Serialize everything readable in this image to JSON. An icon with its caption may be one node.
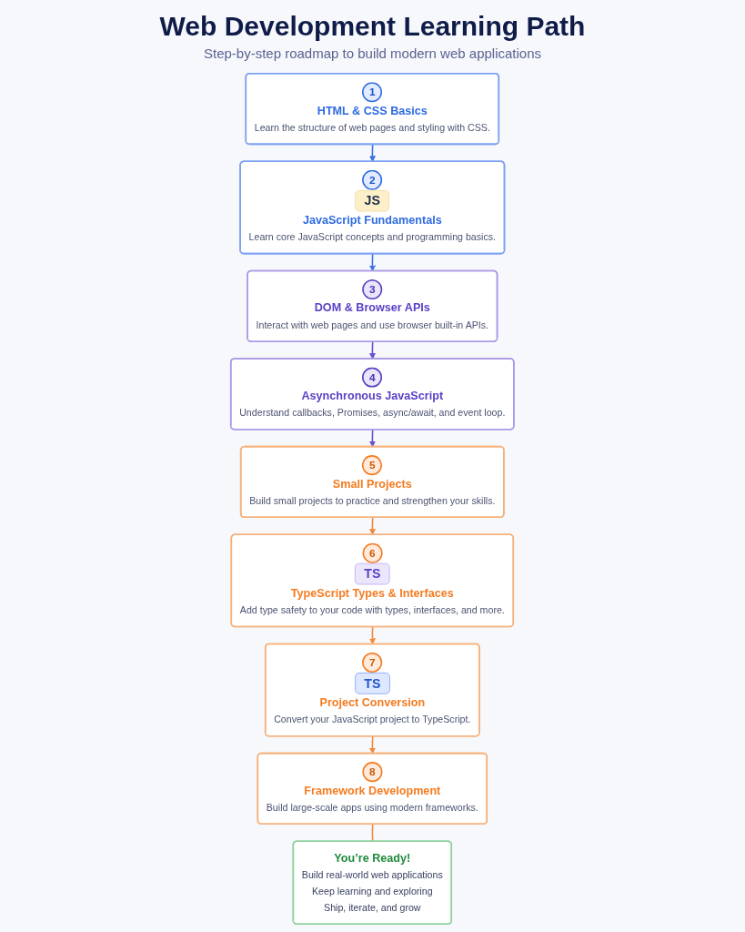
{
  "diagram": {
    "title": "Web Development Learning Path",
    "labels": [
      "Step-by-step roadmap to build modern web applications"
    ],
    "nodes": [
      {
        "text": [
          "1",
          "HTML & CSS Basics",
          "Learn the structure of web pages and styling with CSS."
        ]
      },
      {
        "text": [
          "2",
          "JS",
          "JavaScript Fundamentals",
          "Learn core JavaScript concepts and programming basics."
        ]
      },
      {
        "text": [
          "3",
          "DOM & Browser APIs",
          "Interact with web pages and use browser built-in APIs."
        ]
      },
      {
        "text": [
          "4",
          "Asynchronous JavaScript",
          "Understand callbacks, Promises, async/await, and event loop."
        ]
      },
      {
        "text": [
          "5",
          "Small Projects",
          "Build small projects to practice and strengthen your skills."
        ]
      },
      {
        "text": [
          "6",
          "TS",
          "TypeScript Types & Interfaces",
          "Add type safety to your code with types, interfaces, and more."
        ]
      },
      {
        "text": [
          "7",
          "TS",
          "Project Conversion",
          "Convert your JavaScript project to TypeScript."
        ]
      },
      {
        "text": [
          "8",
          "Framework Development",
          "Build large-scale apps using modern frameworks."
        ]
      },
      {
        "text": [
          "You’re Ready!",
          "Build real-world web applications",
          "Keep learning and exploring",
          "Ship, iterate, and grow"
        ]
      }
    ],
    "edges": [
      {
        "from": 0,
        "to": 1,
        "arrow": "to",
        "color": "#3b74e0"
      },
      {
        "from": 1,
        "to": 2,
        "arrow": "to",
        "color": "#3b74e0"
      },
      {
        "from": 2,
        "to": 3,
        "arrow": "to",
        "color": "#6a4fd0"
      },
      {
        "from": 3,
        "to": 4,
        "arrow": "to",
        "color": "#6a4fd0"
      },
      {
        "from": 4,
        "to": 5,
        "arrow": "to"
      },
      {
        "from": 5,
        "to": 6,
        "arrow": "to"
      },
      {
        "from": 6,
        "to": 7,
        "arrow": "to"
      },
      {
        "from": 7,
        "to": 8,
        "arrow": "none"
      }
    ]
  }
}
